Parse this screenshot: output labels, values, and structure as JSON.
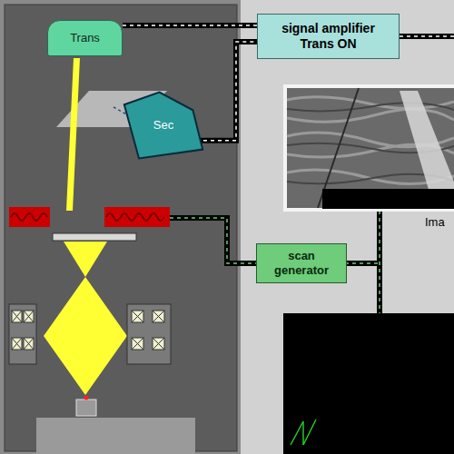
{
  "diagram": {
    "nodes": [
      {
        "text": [
          "Trans"
        ]
      },
      {
        "text": [
          "Sec"
        ]
      },
      {
        "text": [
          "signal amplifier",
          "Trans ON"
        ]
      },
      {
        "text": [
          "scan generator"
        ]
      }
    ],
    "edges": [
      {
        "from": 0,
        "to": 2,
        "arrow": "none"
      },
      {
        "from": 1,
        "to": 2,
        "arrow": "none"
      }
    ],
    "labels": [
      "Ima"
    ]
  }
}
